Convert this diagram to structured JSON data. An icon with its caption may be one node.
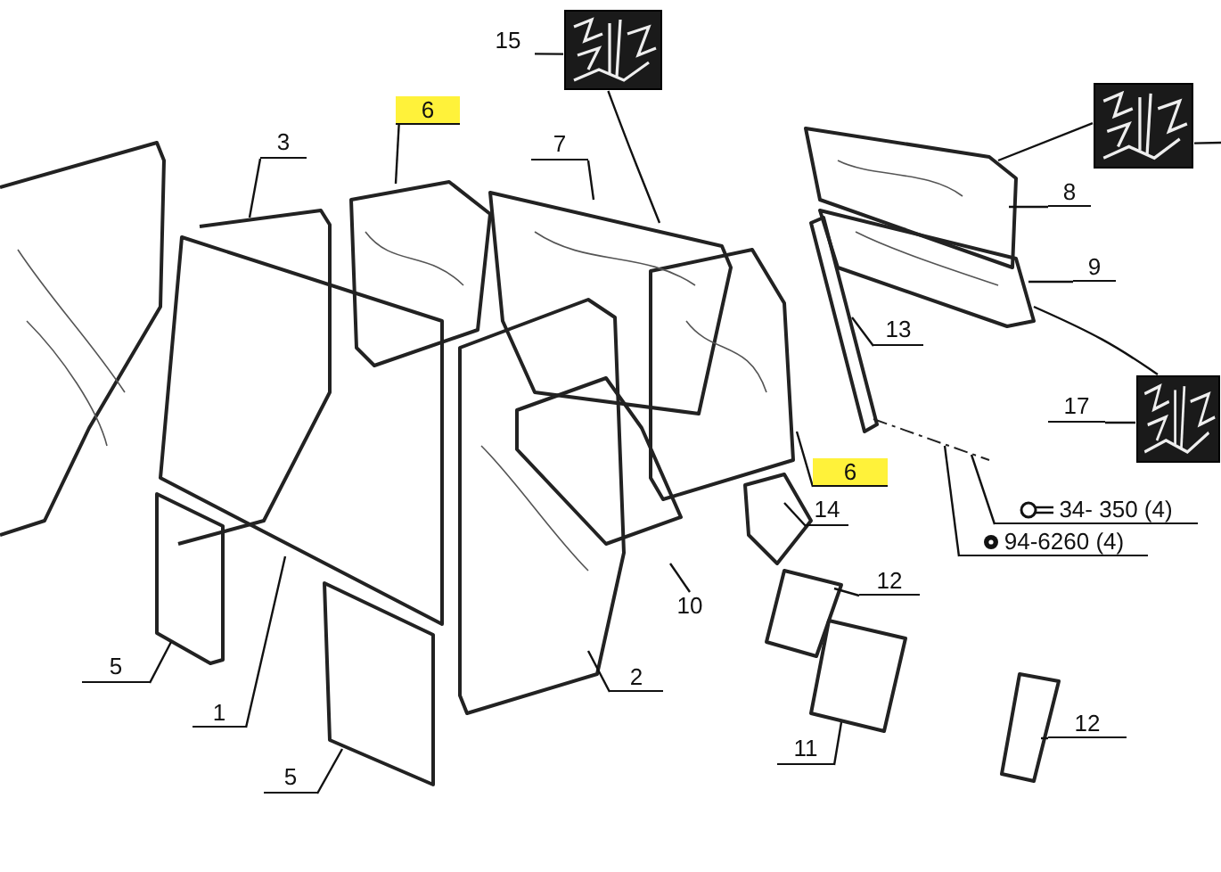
{
  "diagram": {
    "nodes": [
      {
        "text": [
          "15"
        ]
      },
      {
        "text": [],
        "shape": "picture"
      },
      {
        "text": [
          "6"
        ]
      },
      {
        "text": [
          "3"
        ]
      },
      {
        "text": [
          "7"
        ]
      },
      {
        "text": [],
        "shape": "picture"
      },
      {
        "text": [
          "8"
        ]
      },
      {
        "text": [
          "9"
        ]
      },
      {
        "text": [
          "13"
        ]
      },
      {
        "text": [
          "17"
        ]
      },
      {
        "text": [],
        "shape": "picture"
      },
      {
        "text": [
          "6"
        ]
      },
      {
        "text": [
          "14"
        ]
      },
      {
        "text": [
          "34- 350 (4)"
        ]
      },
      {
        "text": [
          "94-6260 (4)"
        ]
      },
      {
        "text": [
          "12"
        ]
      },
      {
        "text": [
          "10"
        ]
      },
      {
        "text": [
          "5"
        ]
      },
      {
        "text": [
          "2"
        ]
      },
      {
        "text": [
          "1"
        ]
      },
      {
        "text": [
          "11"
        ]
      },
      {
        "text": [
          "12"
        ]
      },
      {
        "text": [
          "5"
        ]
      }
    ],
    "edges": [
      {
        "from": 0,
        "to": 1,
        "arrow": "none"
      },
      {
        "from": 1,
        "to": null,
        "arrow": "none"
      },
      {
        "from": 2,
        "to": null,
        "arrow": "none"
      },
      {
        "from": 3,
        "to": null,
        "arrow": "none"
      },
      {
        "from": 4,
        "to": null,
        "arrow": "none"
      },
      {
        "from": 5,
        "to": null,
        "arrow": "none"
      },
      {
        "from": 5,
        "to": null,
        "arrow": "none"
      },
      {
        "from": 6,
        "to": null,
        "arrow": "none"
      },
      {
        "from": 7,
        "to": null,
        "arrow": "none"
      },
      {
        "from": 8,
        "to": null,
        "arrow": "none"
      },
      {
        "from": 9,
        "to": 10,
        "arrow": "none"
      },
      {
        "from": 10,
        "to": null,
        "arrow": "none"
      },
      {
        "from": 11,
        "to": null,
        "arrow": "none"
      },
      {
        "from": 12,
        "to": null,
        "arrow": "none"
      },
      {
        "from": 13,
        "to": null,
        "arrow": "none"
      },
      {
        "from": 14,
        "to": null,
        "arrow": "none"
      },
      {
        "from": 15,
        "to": null,
        "arrow": "none"
      },
      {
        "from": 16,
        "to": null,
        "arrow": "none"
      },
      {
        "from": 17,
        "to": null,
        "arrow": "none"
      },
      {
        "from": 18,
        "to": null,
        "arrow": "none"
      },
      {
        "from": 19,
        "to": null,
        "arrow": "none"
      },
      {
        "from": 20,
        "to": null,
        "arrow": "none"
      },
      {
        "from": 21,
        "to": null,
        "arrow": "none"
      },
      {
        "from": 22,
        "to": null,
        "arrow": "none"
      }
    ]
  }
}
